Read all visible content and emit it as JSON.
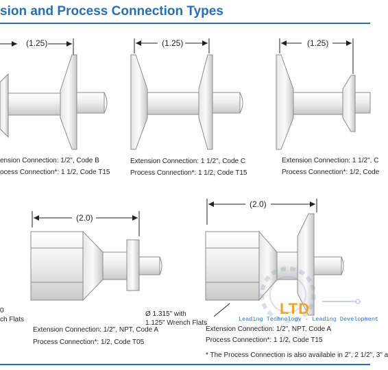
{
  "title": "sion and Process Connection Types",
  "dimensions": {
    "top_left": "(1.25)",
    "top_middle": "(1.25)",
    "top_right": "(1.25)",
    "bottom_left": "(2.0)",
    "bottom_right": "(2.0)"
  },
  "captions": {
    "c1_ext": "ension Connection: 1/2\", Code B",
    "c1_proc": "ocess Connection*: 1 1/2, Code T15",
    "c2_ext": "Extension Connection: 1 1/2\", Code C",
    "c2_proc": "Process Connection*: 1 1/2, Code T15",
    "c3_ext": "Extension Connection: 1 1/2\", C",
    "c3_proc": "Process Connection*: 1/2, Code",
    "c4_ext": "Extension Connection: 1/2\", NPT, Code A",
    "c4_proc": "Process Connection*: 1/2, Code T05",
    "c4_flats1": "0",
    "c4_flats2": "ch Flats",
    "c5_flats1": "Ø 1.315\" with",
    "c5_flats2": "1.125\" Wrench Flats",
    "c5_ext": "Extension Connection: 1/2\", NPT, Code A",
    "c5_proc": "Process Connection*: 1 1/2, Code T15",
    "footnote": "* The Process Connection is also available  in 2\", 2 1/2\", 3\" a"
  },
  "watermark": {
    "logo": "LTD",
    "slogan": "Leading Technology - Leading Development"
  },
  "colors": {
    "title": "#2a6db0",
    "metal_light": "#f4f4f4",
    "metal_mid": "#dedede",
    "metal_dark": "#b9b9b9",
    "outline": "#8a8a8a",
    "logo": "#f0a528"
  }
}
